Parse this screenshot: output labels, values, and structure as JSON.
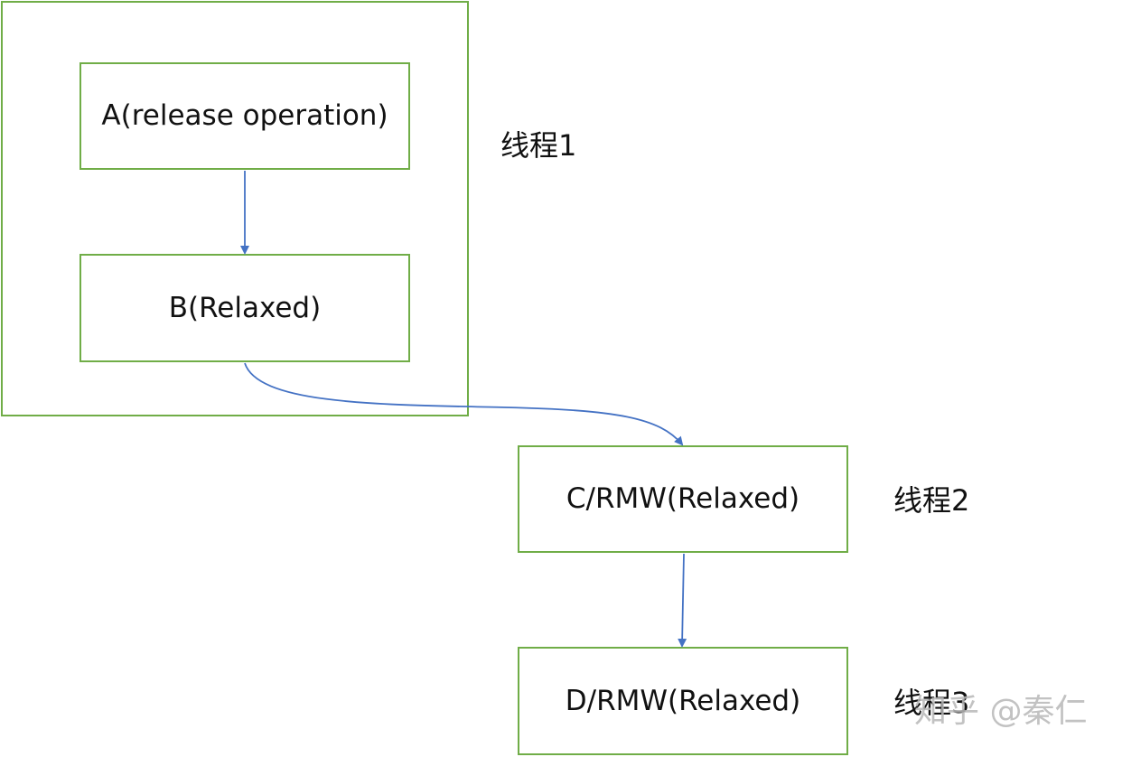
{
  "nodes": {
    "a": "A(release operation)",
    "b": "B(Relaxed)",
    "c": "C/RMW(Relaxed)",
    "d": "D/RMW(Relaxed)"
  },
  "threads": {
    "t1": "线程1",
    "t2": "线程2",
    "t3": "线程3"
  },
  "watermark": "知乎 @秦仁",
  "colors": {
    "box_border": "#70ad47",
    "arrow": "#4472c4",
    "text": "#111111"
  }
}
